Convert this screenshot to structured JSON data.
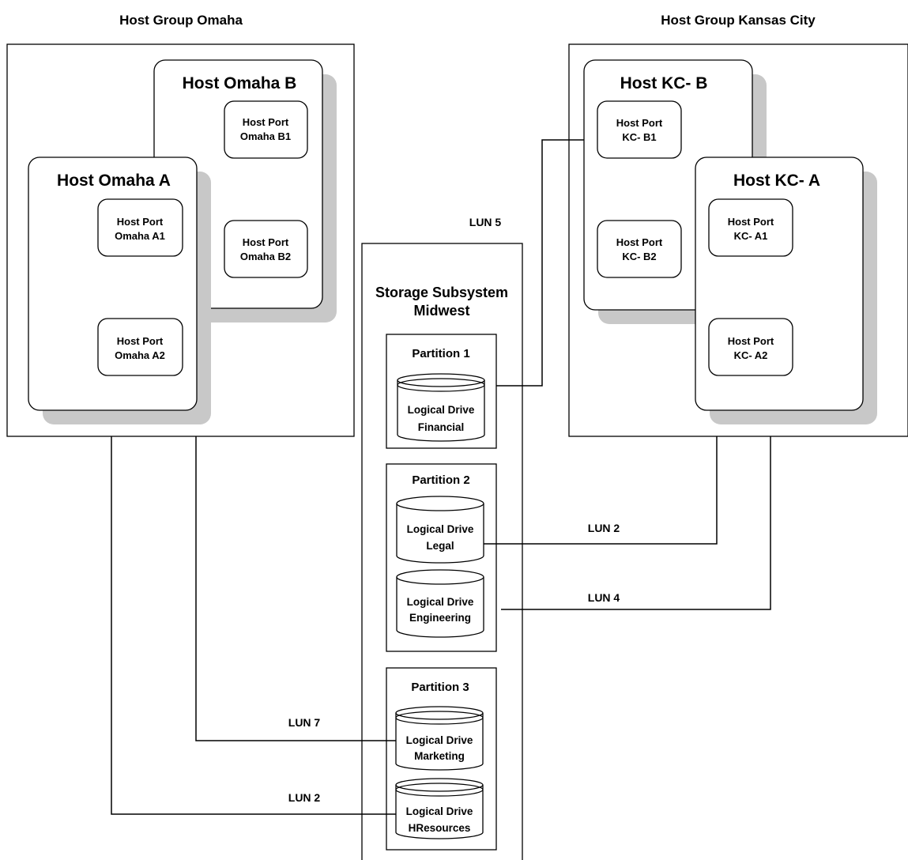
{
  "host_groups": {
    "omaha": {
      "title": "Host Group Omaha",
      "host_a": {
        "title": "Host Omaha A",
        "port1": [
          "Host Port",
          "Omaha A1"
        ],
        "port2": [
          "Host Port",
          "Omaha A2"
        ]
      },
      "host_b": {
        "title": "Host Omaha B",
        "port1": [
          "Host Port",
          "Omaha B1"
        ],
        "port2": [
          "Host Port",
          "Omaha B2"
        ]
      }
    },
    "kansas_city": {
      "title": "Host Group Kansas City",
      "host_b": {
        "title": "Host KC- B",
        "port1": [
          "Host Port",
          "KC- B1"
        ],
        "port2": [
          "Host Port",
          "KC- B2"
        ]
      },
      "host_a": {
        "title": "Host KC- A",
        "port1": [
          "Host Port",
          "KC- A1"
        ],
        "port2": [
          "Host Port",
          "KC- A2"
        ]
      }
    }
  },
  "storage": {
    "title": [
      "Storage Subsystem",
      "Midwest"
    ],
    "partitions": [
      {
        "title": "Partition 1",
        "drives": [
          [
            "Logical Drive",
            "Financial"
          ]
        ]
      },
      {
        "title": "Partition 2",
        "drives": [
          [
            "Logical Drive",
            "Legal"
          ],
          [
            "Logical Drive",
            "Engineering"
          ]
        ]
      },
      {
        "title": "Partition 3",
        "drives": [
          [
            "Logical Drive",
            "Marketing"
          ],
          [
            "Logical Drive",
            "HResources"
          ]
        ]
      }
    ]
  },
  "luns": {
    "financial": "LUN 5",
    "legal": "LUN 2",
    "engineering": "LUN 4",
    "marketing": "LUN 7",
    "hresources": "LUN 2"
  }
}
